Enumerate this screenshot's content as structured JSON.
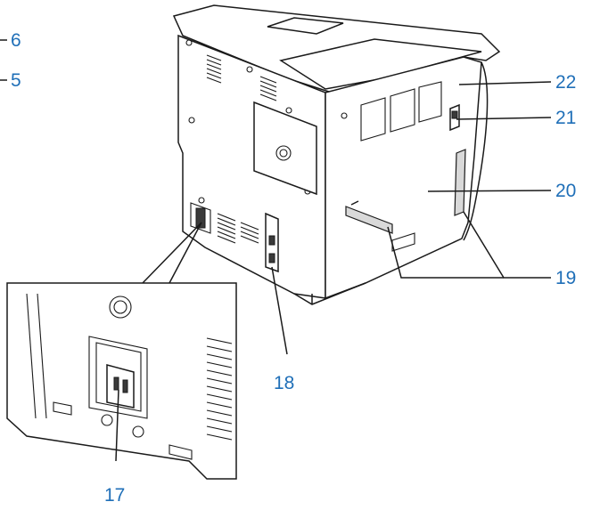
{
  "callouts": {
    "c6": "6",
    "c5": "5",
    "c22": "22",
    "c21": "21",
    "c20": "20",
    "c19": "19",
    "c18": "18",
    "c17": "17"
  },
  "colors": {
    "callout": "#1f6fb8",
    "line": "#1a1a1a"
  }
}
